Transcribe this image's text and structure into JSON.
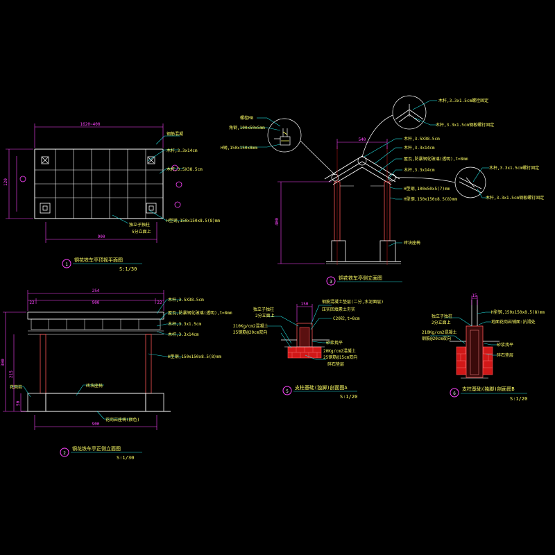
{
  "colors": {
    "background": "#000000",
    "structure": "#ffffff",
    "dimension": "#ff44ff",
    "leader": "#22e0e0",
    "text": "#ffff66",
    "brick": "#d01818",
    "column": "#ff5555"
  },
  "views": {
    "plan": {
      "number": "1",
      "title": "铜花铁车亭顶视平面图",
      "scale": "S:1/30",
      "dim_top": "1620~400",
      "dim_bottom": "900",
      "dim_left": "120",
      "notes": [
        "钢筋混凝",
        "木杆,3.3x14cm",
        "木杆,3.5X38.5cm",
        "独立子独柱",
        "5分立面上",
        "H型钢,150x150x8.5(8)mm"
      ]
    },
    "front": {
      "number": "2",
      "title": "铜花铁车亭正侧立面图",
      "scale": "S:1/30",
      "dim_top": "254",
      "dim_sub": [
        "22",
        "900",
        "22"
      ],
      "dim_bottom": "900",
      "dim_left": [
        "300",
        "215",
        "50"
      ],
      "notes": [
        "木杆,3.5X38.5cm",
        "屋瓦,防暴钢化玻璃(透明),t=8mm",
        "木杆,3.3x1.5cm",
        "木杆,3.3x14cm",
        "H型钢,150x150x8.5(8)mm",
        "花岗岩",
        "砖块座椅",
        "花岗岩座椅(颜色)"
      ]
    },
    "side": {
      "number": "3",
      "title": "铜花铁车亭侧立面图",
      "scale": "",
      "dim_top": "540",
      "dim_left": "400",
      "notes": [
        "木杆,3.5X38.5cm",
        "木杆,3.3x14cm",
        "屋瓦,防暴钢化玻璃(透明),t=8mm",
        "木杆,3.3x14cm",
        "H型钢,100x50x5(7)mm",
        "H型钢,150x150x8.5(8)mm",
        "砖块座椅"
      ],
      "detail_a": [
        "螺栓M8",
        "角钢,100x50x5mm",
        "H钢,150x150x8mm"
      ],
      "detail_b": [
        "木杆,3.3x1.5cm螺栓固定",
        "木杆,3.3x1.5cm钢板螺钉固定"
      ],
      "detail_c": [
        "木杆,3.3x1.5cm螺钉固定",
        "木杆,3.3x1.5cm钢板螺钉固定"
      ]
    },
    "section_a": {
      "number": "5",
      "title": "支柱基础(独脚)剖面图A",
      "scale": "S:1/20",
      "dim_top": "150",
      "notes": [
        "独立子独柱",
        "2分立面上",
        "钢筋混凝土垫层(二分,水泥面层)",
        "压实回填素土夯实",
        "C20砼,t=8cm",
        "210Kg/cm2混凝土",
        "25钢筋@20cm双向",
        "砂浆找平",
        "20Kg/cm2混凝土",
        "25钢筋@15cm双向",
        "碎石垫层"
      ]
    },
    "section_b": {
      "number": "6",
      "title": "支柱基础(独脚)剖面图B",
      "scale": "S:1/20",
      "dim_top": "15",
      "notes": [
        "H型钢,150x150x8.5(8)mm",
        "独立子独柱",
        "2分立面上",
        "地面花岗岩铺面:抗滑处",
        "210Kg/cm2混凝土",
        "钢筋@20cm双向",
        "砂浆找平",
        "碎石垫层"
      ]
    }
  }
}
